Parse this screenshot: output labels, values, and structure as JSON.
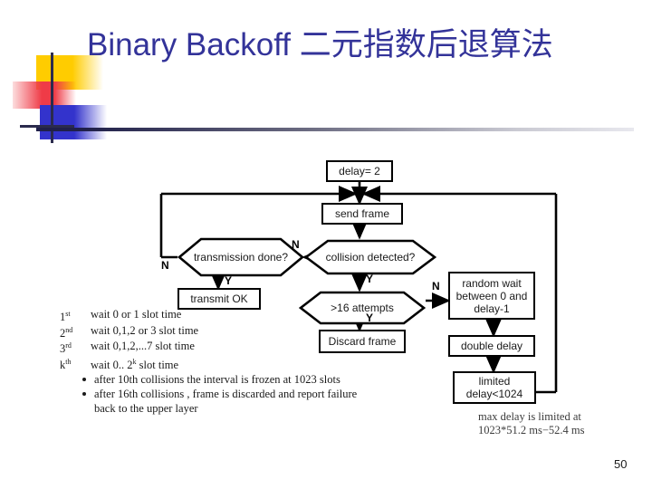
{
  "slide": {
    "title": "Binary Backoff 二元指数后退算法",
    "page_number": "50",
    "title_color": "#333399",
    "accent_colors": {
      "yellow": "#ffcc00",
      "red": "#ef3b47",
      "blue": "#3333cc",
      "navy": "#2b2b4d"
    }
  },
  "flowchart": {
    "nodes": {
      "delay_init": "delay= 2",
      "send_frame": "send frame",
      "transmission_done": "transmission done?",
      "collision_detected": "collision detected?",
      "transmit_ok": "transmit OK",
      "attempts_check": ">16 attempts",
      "discard_frame": "Discard frame",
      "random_wait": "random wait between 0 and delay-1",
      "double_delay": "double delay",
      "limited_delay": "limited delay<1024"
    },
    "branch_labels": {
      "transmission_done_no": "N",
      "transmission_done_yes": "Y",
      "collision_detected_no": "N",
      "collision_detected_yes": "Y",
      "attempts_yes": "Y",
      "attempts_no": "N"
    }
  },
  "ordinal_list": [
    {
      "ordinal": "1",
      "suffix": "st",
      "text": "wait 0 or 1 slot time"
    },
    {
      "ordinal": "2",
      "suffix": "nd",
      "text": "wait 0,1,2 or 3 slot time"
    },
    {
      "ordinal": "3",
      "suffix": "rd",
      "text": "wait 0,1,2,...7 slot time"
    },
    {
      "ordinal": "k",
      "suffix": "th",
      "text": "wait 0.. 2^k slot time"
    }
  ],
  "notes": {
    "bullet1": "after 10th  collisions the interval  is frozen at 1023 slots",
    "bullet2": "after 16th  collisions , frame is discarded and report failure",
    "bullet2_cont": "back to the upper layer"
  },
  "max_delay_note": {
    "line1": "max delay is limited at",
    "line2": "1023*51.2 ms−52.4 ms"
  }
}
